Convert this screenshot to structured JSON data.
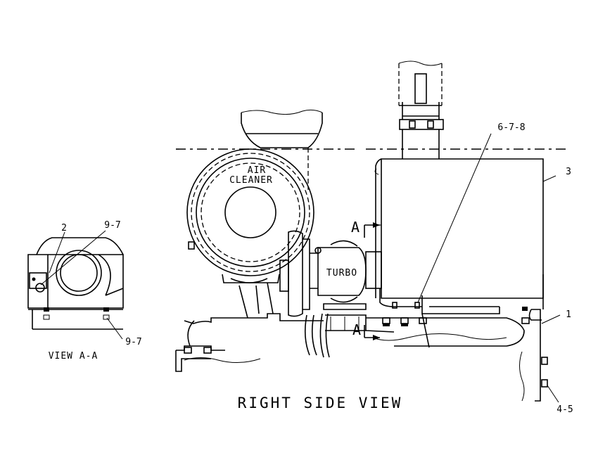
{
  "diagram": {
    "main_title": "RIGHT SIDE VIEW",
    "section_title": "VIEW A-A",
    "components": {
      "air_cleaner_line1": "AIR",
      "air_cleaner_line2": "CLEANER",
      "turbo": "TURBO"
    },
    "section_markers": {
      "upper": "A",
      "lower": "A"
    },
    "callouts": {
      "c2": "2",
      "c9_7_top": "9-7",
      "c9_7_bottom": "9-7",
      "c6_7_8": "6-7-8",
      "c3": "3",
      "c1": "1",
      "c4_5": "4-5"
    },
    "colors": {
      "ink": "#000000",
      "paper": "#ffffff"
    }
  }
}
